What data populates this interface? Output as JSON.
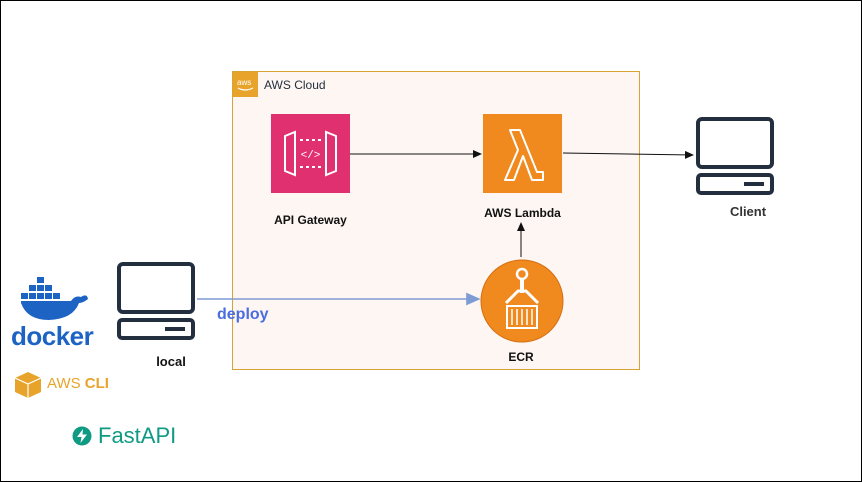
{
  "cloud": {
    "title": "AWS Cloud",
    "badge_text": "aws"
  },
  "services": {
    "api_gateway": {
      "label": "API Gateway",
      "icon": "api-gateway-icon"
    },
    "lambda": {
      "label": "AWS Lambda",
      "icon": "lambda-icon"
    },
    "ecr": {
      "label": "ECR",
      "icon": "ecr-icon"
    }
  },
  "machines": {
    "client": {
      "label": "Client",
      "icon": "computer-icon"
    },
    "local": {
      "label": "local",
      "icon": "computer-icon"
    }
  },
  "edges": {
    "deploy_label": "deploy"
  },
  "tools": {
    "docker": "docker",
    "aws_cli_prefix": "AWS ",
    "aws_cli_suffix": "CLI",
    "fastapi": "FastAPI"
  },
  "colors": {
    "api_gateway": "#e0306f",
    "lambda": "#f08a1e",
    "ecr": "#f08a1e",
    "cloud_border": "#d8a336",
    "cloud_fill": "#fdf6f3",
    "deploy_arrow": "#7f9bd4",
    "docker": "#1d63c4",
    "aws_cli": "#e8a42a",
    "fastapi": "#0f9a84"
  }
}
